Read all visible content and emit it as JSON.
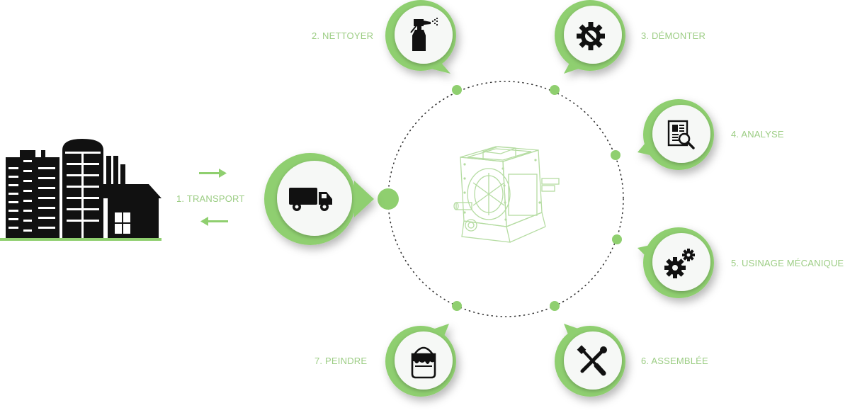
{
  "diagram": {
    "steps": [
      {
        "id": "transport",
        "label": "1. TRANSPORT",
        "icon": "truck-icon"
      },
      {
        "id": "nettoyer",
        "label": "2. NETTOYER",
        "icon": "spray-bottle-icon"
      },
      {
        "id": "demonter",
        "label": "3. DÉMONTER",
        "icon": "gear-wrench-icon"
      },
      {
        "id": "analyse",
        "label": "4. ANALYSE",
        "icon": "document-search-icon"
      },
      {
        "id": "usinage",
        "label": "5. USINAGE MÉCANIQUE",
        "icon": "gears-icon"
      },
      {
        "id": "assemblee",
        "label": "6. ASSEMBLÉE",
        "icon": "tools-icon"
      },
      {
        "id": "peindre",
        "label": "7. PEINDRE",
        "icon": "paint-bucket-icon"
      }
    ],
    "colors": {
      "accent": "#8fcf6f",
      "accent_light": "#a8d98f",
      "label": "#9ccd84",
      "icon_dark": "#1a1a1a",
      "inner_fill": "#f6f8f6",
      "factory": "#111111",
      "ground": "#8fcf6f"
    }
  }
}
